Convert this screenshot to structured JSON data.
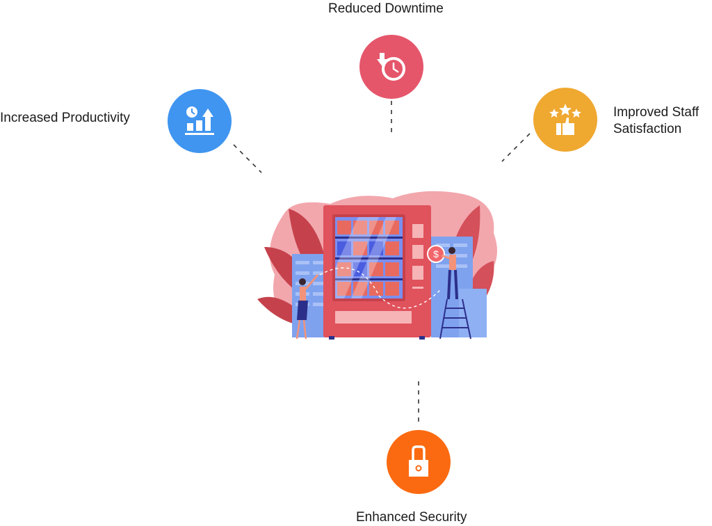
{
  "benefits": {
    "top": {
      "label": "Reduced Downtime",
      "icon": "clock-download-icon",
      "color": "#e5566b"
    },
    "left": {
      "label": "Increased Productivity",
      "icon": "productivity-chart-icon",
      "color": "#3f95f0"
    },
    "right": {
      "label_line1": "Improved Staff",
      "label_line2": "Satisfaction",
      "icon": "thumbs-up-stars-icon",
      "color": "#efa830"
    },
    "bottom": {
      "label": "Enhanced Security",
      "icon": "padlock-icon",
      "color": "#fb6a10"
    }
  },
  "illustration": {
    "subject": "vending-machine",
    "colors": {
      "machine": "#e0525c",
      "blob": "#f2a7ad",
      "leaf": "#c5424c",
      "building": "#7fa2ef",
      "coin": "#f1656b"
    }
  }
}
